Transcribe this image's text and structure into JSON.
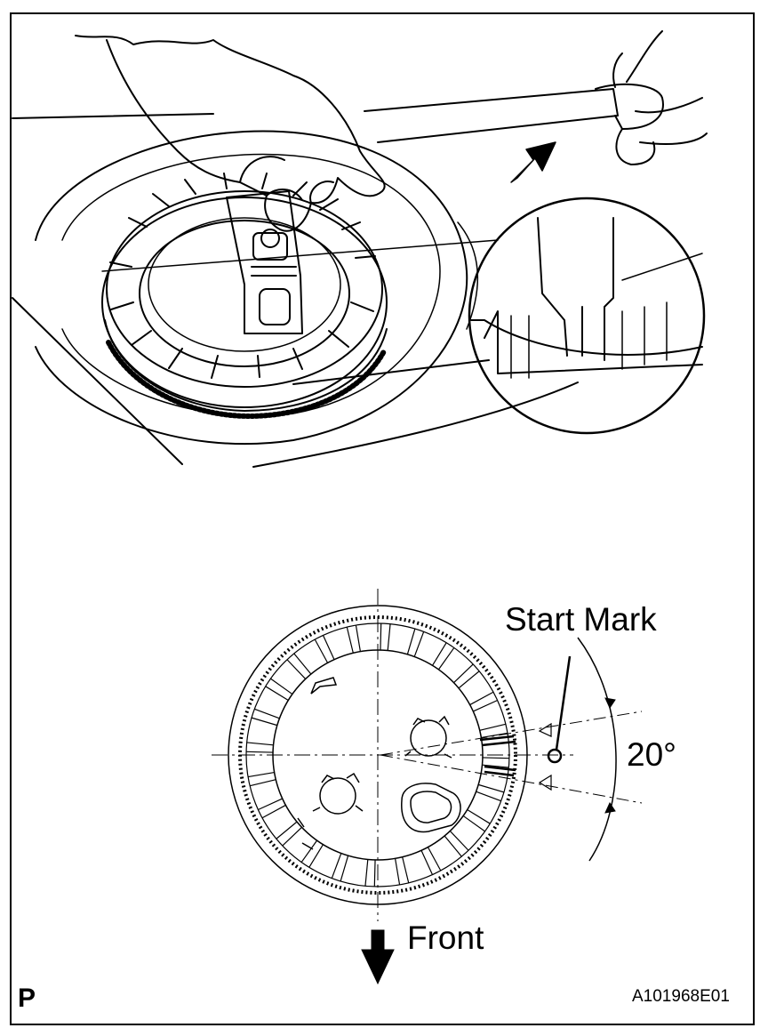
{
  "figure": {
    "title": "",
    "labels": {
      "start_mark": "Start Mark",
      "angle": "20°",
      "front": "Front"
    },
    "panel_letter": "P",
    "figure_id": "A101968E01"
  },
  "icons": {
    "rotation_direction": "curved-arrow-icon",
    "front_direction": "down-arrow-icon",
    "start_mark": "circle-marker-icon"
  },
  "colors": {
    "line": "#000000",
    "background": "#ffffff"
  }
}
